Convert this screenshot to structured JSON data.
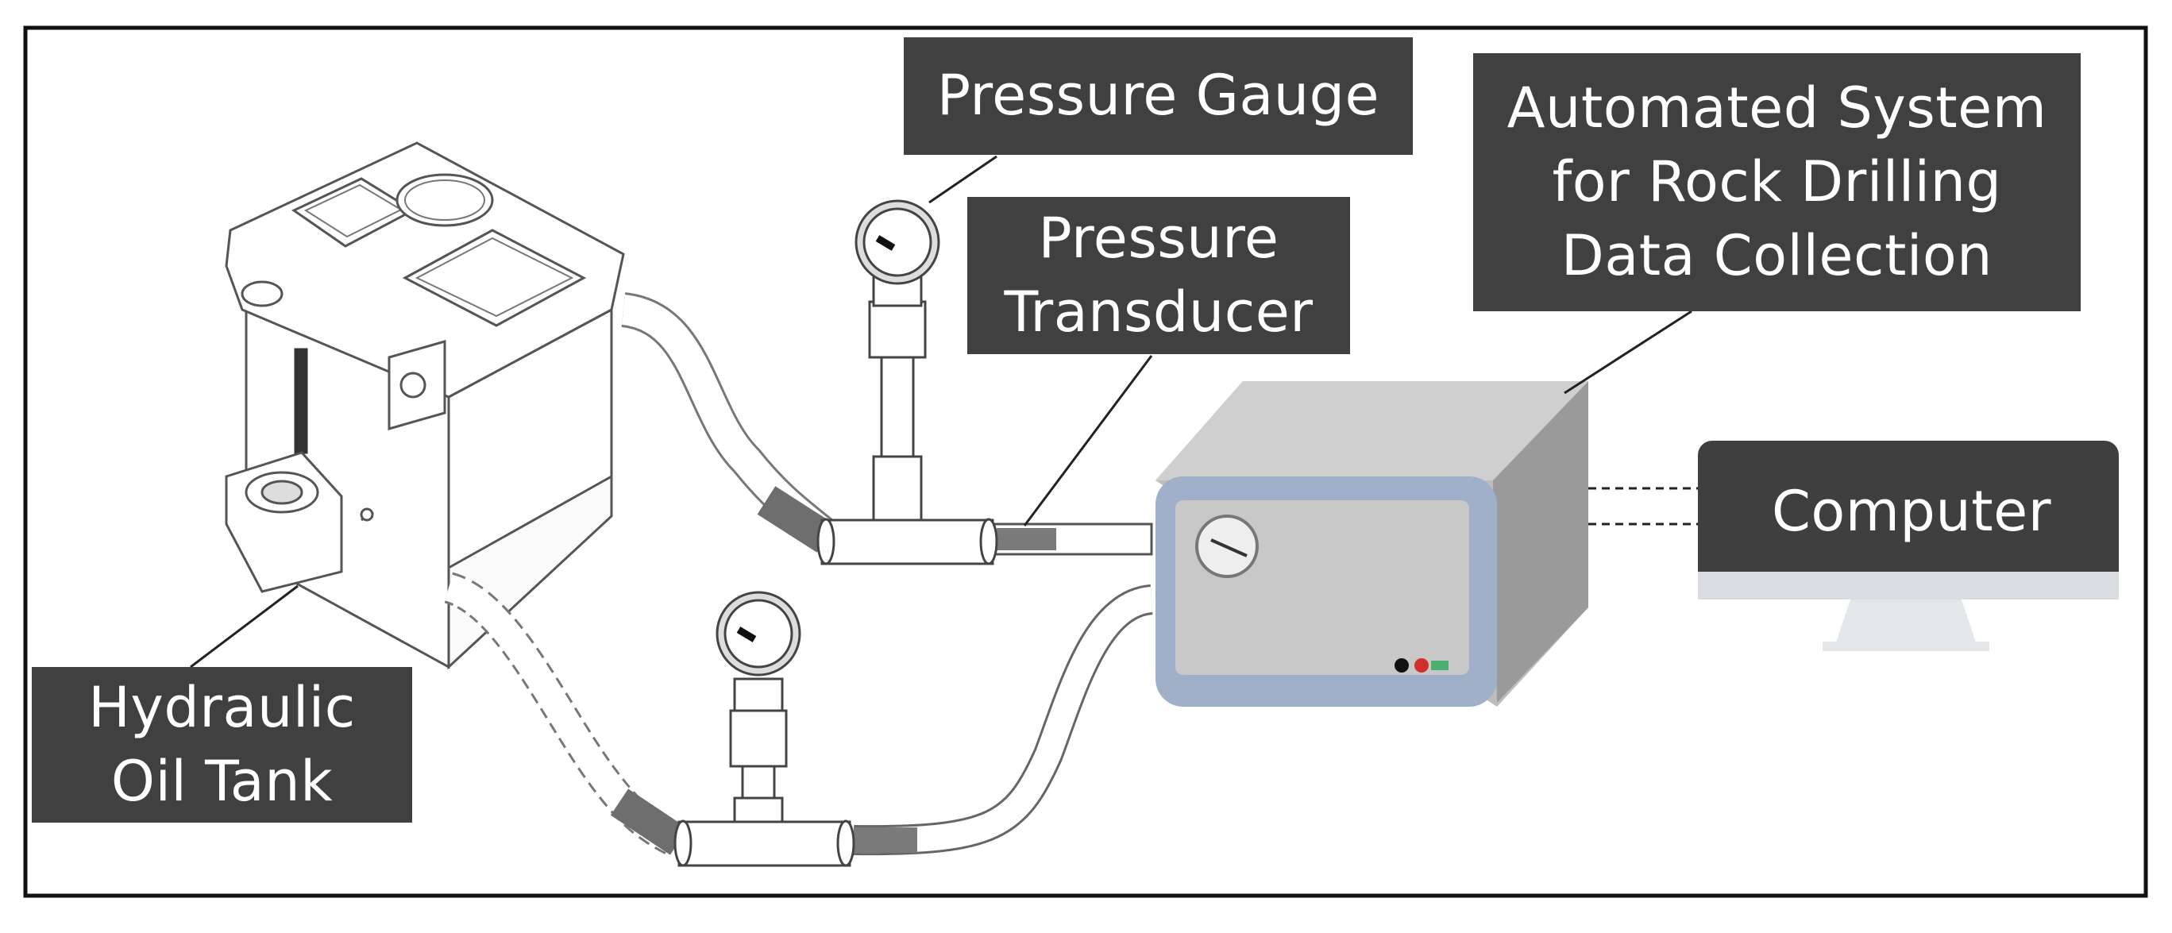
{
  "labels": {
    "pressure_gauge": "Pressure Gauge",
    "pressure_transducer": [
      "Pressure",
      "Transducer"
    ],
    "automated_system": [
      "Automated System",
      "for Rock Drilling",
      "Data Collection"
    ],
    "computer": "Computer",
    "hydraulic_oil_tank": [
      "Hydraulic",
      "Oil Tank"
    ]
  },
  "colors": {
    "label_bg": "#404040",
    "label_text": "#ffffff",
    "frame": "#111111",
    "box_face": "#9fb0c8",
    "box_body": "#b8b8b8",
    "hose": "#ffffff",
    "hose_grip": "#7a7a7a",
    "monitor": "#3f3f3f",
    "monitor_base": "#dfe3e6"
  }
}
